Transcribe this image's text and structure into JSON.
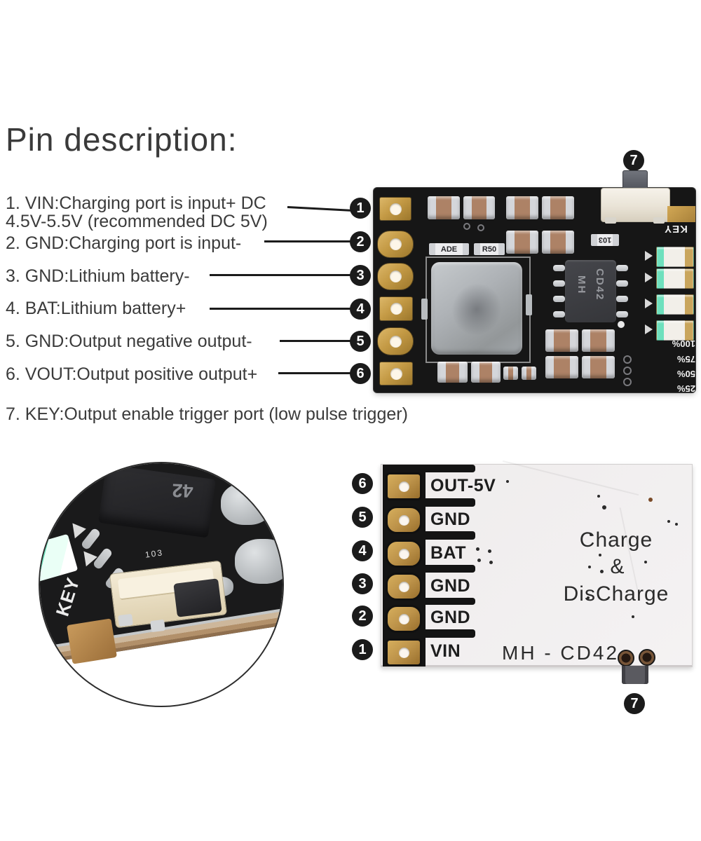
{
  "title": "Pin description:",
  "pins": [
    {
      "callout": "1",
      "label": "1. VIN:Charging port is input+ DC\n4.5V-5.5V (recommended DC 5V)"
    },
    {
      "callout": "2",
      "label": "2. GND:Charging port is input-"
    },
    {
      "callout": "3",
      "label": "3. GND:Lithium battery-"
    },
    {
      "callout": "4",
      "label": "4. BAT:Lithium battery+"
    },
    {
      "callout": "5",
      "label": "5. GND:Output negative output-"
    },
    {
      "callout": "6",
      "label": "6. VOUT:Output positive output+"
    },
    {
      "callout": "7",
      "label": "7. KEY:Output enable trigger port (low pulse trigger)"
    }
  ],
  "front_board": {
    "callouts": [
      "1",
      "2",
      "3",
      "4",
      "5",
      "6"
    ],
    "switch_callout": "7",
    "key_label": "KEY",
    "ic_label_col1": "MH",
    "ic_label_col2": "CD42",
    "resistors": [
      "ADE",
      "R50",
      "103"
    ],
    "led_levels": [
      "100%",
      "75%",
      "50%",
      "25%"
    ]
  },
  "back_board": {
    "callouts": [
      "6",
      "5",
      "4",
      "3",
      "2",
      "1"
    ],
    "pin_labels": [
      "OUT-5V",
      "GND",
      "BAT",
      "GND",
      "GND",
      "VIN"
    ],
    "print_line1": "Charge",
    "print_line2": "&",
    "print_line3": "DisCharge",
    "model": "MH - CD42",
    "switch_callout": "7"
  },
  "inset": {
    "key_label": "KEY",
    "chip_label": "42",
    "part_label": "103"
  },
  "colors": {
    "pcb_black": "#161616",
    "pad_gold": "#c49a45",
    "cap_brown": "#ad8266",
    "silver": "#cfd1d5",
    "board_white": "#f2f0f1",
    "led_teal": "#6ee0bd",
    "callout": "#1b1b1b",
    "text": "#3b3b3b"
  }
}
